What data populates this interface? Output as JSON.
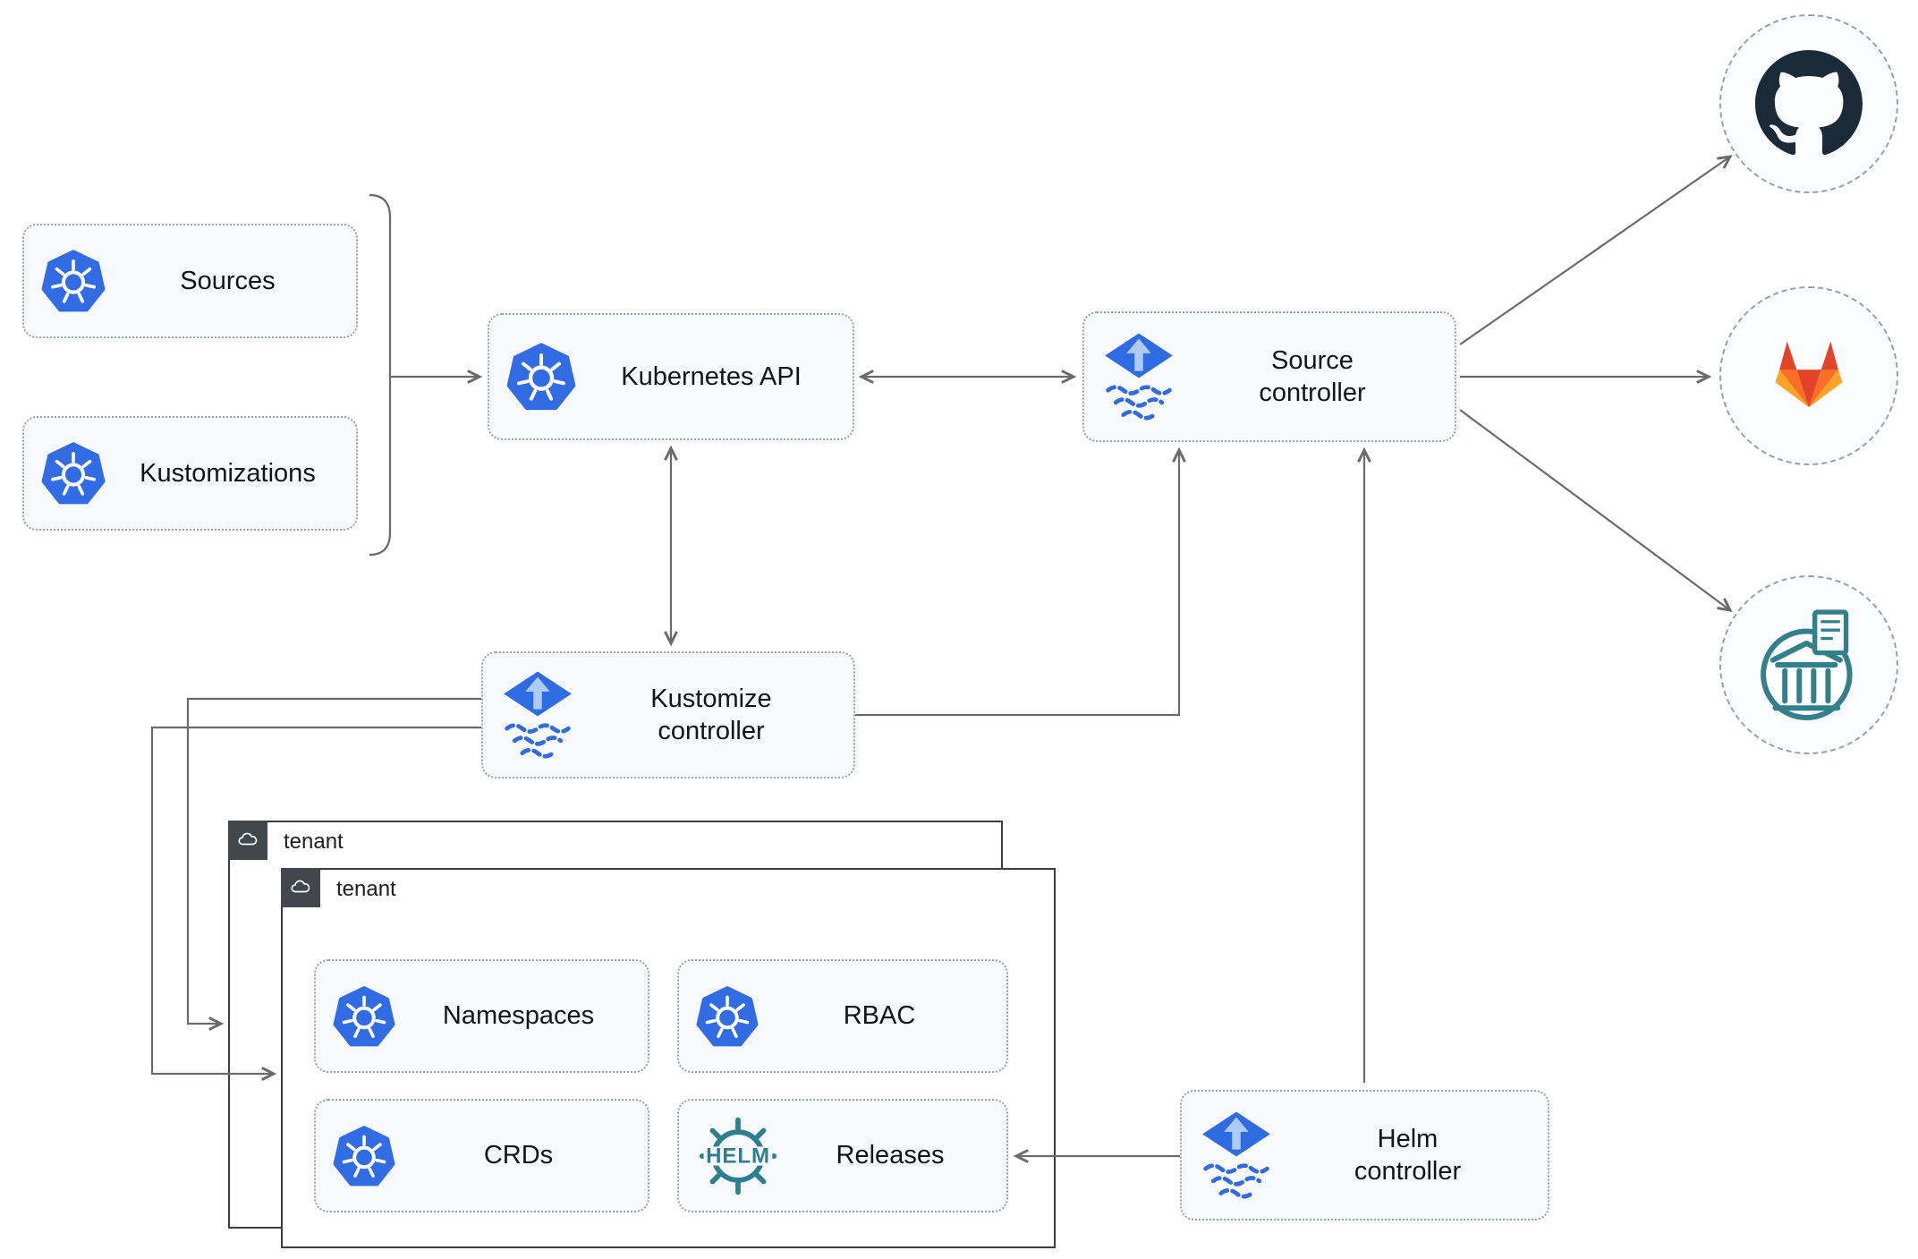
{
  "nodes": {
    "sources": {
      "label": "Sources",
      "icon": "kubernetes-icon"
    },
    "kustomizations": {
      "label": "Kustomizations",
      "icon": "kubernetes-icon"
    },
    "kubernetes_api": {
      "label": "Kubernetes API",
      "icon": "kubernetes-icon"
    },
    "source_controller": {
      "lines": [
        "Source",
        "controller"
      ],
      "icon": "flux-icon"
    },
    "kustomize_controller": {
      "lines": [
        "Kustomize",
        "controller"
      ],
      "icon": "flux-icon"
    },
    "helm_controller": {
      "lines": [
        "Helm",
        "controller"
      ],
      "icon": "flux-icon"
    },
    "namespaces": {
      "label": "Namespaces",
      "icon": "kubernetes-icon"
    },
    "rbac": {
      "label": "RBAC",
      "icon": "kubernetes-icon"
    },
    "crds": {
      "label": "CRDs",
      "icon": "kubernetes-icon"
    },
    "releases": {
      "label": "Releases",
      "icon": "helm-icon"
    }
  },
  "containers": {
    "tenant_back": {
      "label": "tenant",
      "icon": "cloud-icon"
    },
    "tenant_front": {
      "label": "tenant",
      "icon": "cloud-icon"
    }
  },
  "endpoints": {
    "github": {
      "icon": "github-icon"
    },
    "gitlab": {
      "icon": "gitlab-icon"
    },
    "helm_repository": {
      "icon": "chartmuseum-icon"
    }
  },
  "icons": {
    "helm_wordmark": "HELM"
  },
  "colors": {
    "kubernetes_blue": "#326ce5",
    "flux_blue": "#2f6be3",
    "flux_arrow_light": "#aecbf5",
    "helm_teal": "#2e7e91",
    "github_dark": "#1b2a38",
    "gitlab_red": "#e24329",
    "gitlab_orange": "#fc6d26",
    "gitlab_yellow": "#fca326",
    "chartmuseum_teal": "#33808c",
    "connector_gray": "#6b6b6b",
    "node_background": "#f8f9fa",
    "tenant_header_dark": "#41474c"
  }
}
